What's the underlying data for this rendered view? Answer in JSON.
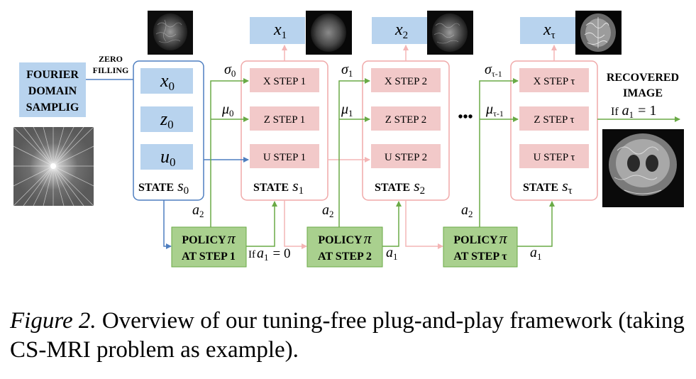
{
  "input": {
    "title_lines": [
      "FOURIER",
      "DOMAIN",
      "SAMPLIG"
    ],
    "zero_filling_lines": [
      "ZERO",
      "FILLING"
    ]
  },
  "state0": {
    "items": [
      "x",
      "z",
      "u"
    ],
    "subscript": "0",
    "label": "STATE",
    "symbol": "s",
    "sub": "0"
  },
  "stage1": {
    "x_step": "X STEP 1",
    "z_step": "Z STEP 1",
    "u_step": "U STEP 1",
    "label": "STATE",
    "symbol": "s",
    "sub": "1",
    "sigma": "σ",
    "sigma_sub": "0",
    "mu": "μ",
    "mu_sub": "0",
    "output": "x",
    "output_sub": "1"
  },
  "stage2": {
    "x_step": "X STEP 2",
    "z_step": "Z STEP 2",
    "u_step": "U STEP 2",
    "label": "STATE",
    "symbol": "s",
    "sub": "2",
    "sigma": "σ",
    "sigma_sub": "1",
    "mu": "μ",
    "mu_sub": "1",
    "output": "x",
    "output_sub": "2"
  },
  "stage3": {
    "x_step": "X STEP τ",
    "z_step": "Z STEP τ",
    "u_step": "U STEP τ",
    "label": "STATE",
    "symbol": "s",
    "sub": "τ",
    "sigma": "σ",
    "sigma_sub": "τ-1",
    "mu": "μ",
    "mu_sub": "τ-1",
    "output": "x",
    "output_sub": "τ"
  },
  "ellipsis": "•••",
  "policies": [
    {
      "line1": "POLICY",
      "pi": "π",
      "line2": "AT STEP 1"
    },
    {
      "line1": "POLICY",
      "pi": "π",
      "line2": "AT STEP 2"
    },
    {
      "line1": "POLICY",
      "pi": "π",
      "line2": "AT STEP τ"
    }
  ],
  "actions": {
    "a2": "a",
    "a2_sub": "2",
    "a1": "a",
    "a1_sub": "1",
    "if_prefix": "If",
    "eq0": "= 0",
    "eq1": "= 1"
  },
  "recovered": {
    "lines": [
      "RECOVERED",
      "IMAGE"
    ]
  },
  "caption": {
    "figure_label": "Figure 2.",
    "text": "Overview of our tuning-free plug-and-play framework (taking CS-MRI problem as example)."
  },
  "colors": {
    "blue_box": "#b8d3ee",
    "blue_line": "#4f7fc0",
    "pink_box": "#f2c9c9",
    "pink_border": "#f0a9a9",
    "pink_line": "#f4b5b5",
    "green_box": "#a9d08e",
    "green_line": "#6aaa46"
  }
}
